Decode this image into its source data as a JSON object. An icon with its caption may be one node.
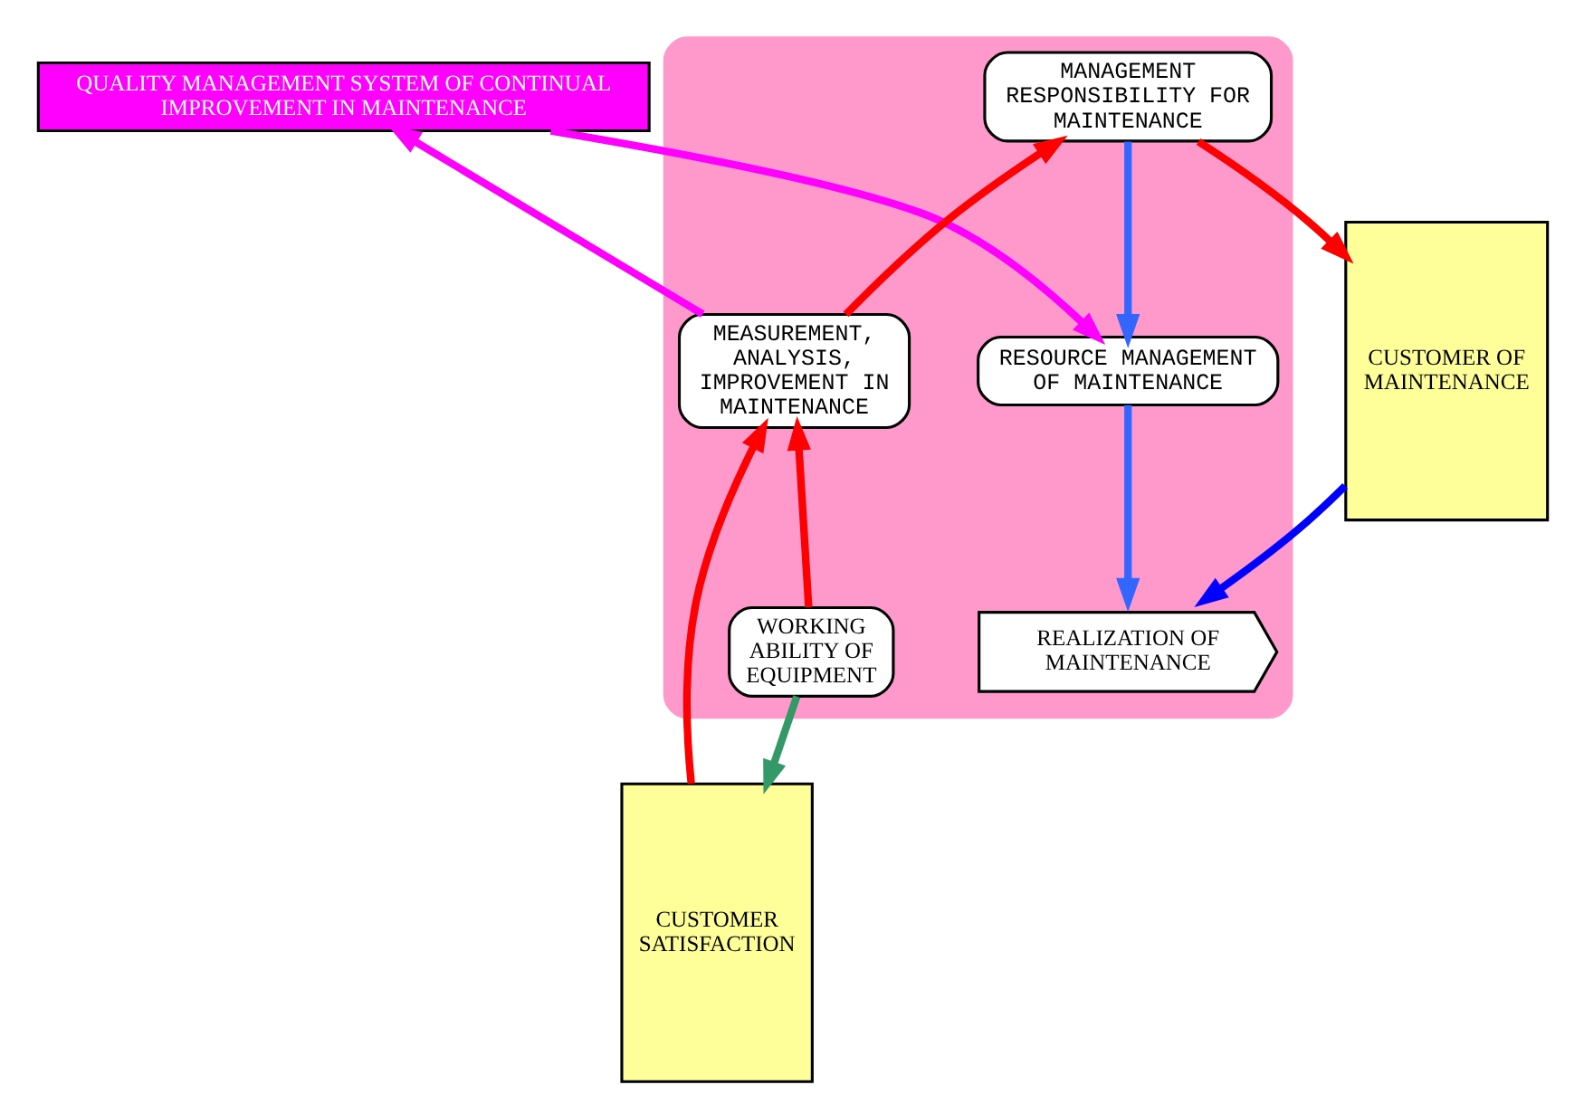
{
  "diagram": {
    "nodes": [
      {
        "text": [
          "QUALITY MANAGEMENT SYSTEM OF CONTINUAL IMPROVEMENT IN MAINTENANCE"
        ]
      },
      {
        "text": [
          "CUSTOMER OF MAINTENANCE"
        ]
      },
      {
        "text": [
          "CUSTOMER SATISFACTION"
        ]
      },
      {
        "text": [],
        "shape": "ellipse"
      },
      {
        "text": [
          "MANAGEMENT RESPONSIBILITY FOR MAINTENANCE"
        ],
        "in": 3
      },
      {
        "text": [
          "RESOURCE MANAGEMENT OF MAINTENANCE"
        ],
        "in": 3
      },
      {
        "text": [
          "MEASUREMENT, ANALYSIS, IMPROVEMENT IN MAINTENANCE"
        ],
        "in": 3
      },
      {
        "text": [
          "REALIZATION OF MAINTENANCE"
        ],
        "in": 3
      },
      {
        "text": [
          "WORKING ABILITY OF EQUIPMENT"
        ],
        "in": 3
      }
    ],
    "edges": [
      {
        "from": 0,
        "to": 5,
        "arrow": "to",
        "color": "#ff00ff"
      },
      {
        "from": 4,
        "to": 1,
        "arrow": "to",
        "color": "#ff0000"
      },
      {
        "from": 4,
        "to": 5,
        "arrow": "to",
        "color": "#3366ff"
      },
      {
        "from": 6,
        "to": 4,
        "arrow": "to",
        "color": "#ff0000"
      },
      {
        "from": 6,
        "to": 0,
        "arrow": "to",
        "color": "#ff00ff"
      },
      {
        "from": 2,
        "to": 6,
        "arrow": "to",
        "color": "#ff0000"
      },
      {
        "from": 5,
        "to": 7,
        "arrow": "to",
        "color": "#3366ff"
      },
      {
        "from": 1,
        "to": 7,
        "arrow": "to",
        "color": "#0000ff"
      },
      {
        "from": 8,
        "to": 6,
        "arrow": "to",
        "color": "#ff0000"
      },
      {
        "from": 8,
        "to": 2,
        "arrow": "to",
        "color": "#339966"
      }
    ]
  }
}
